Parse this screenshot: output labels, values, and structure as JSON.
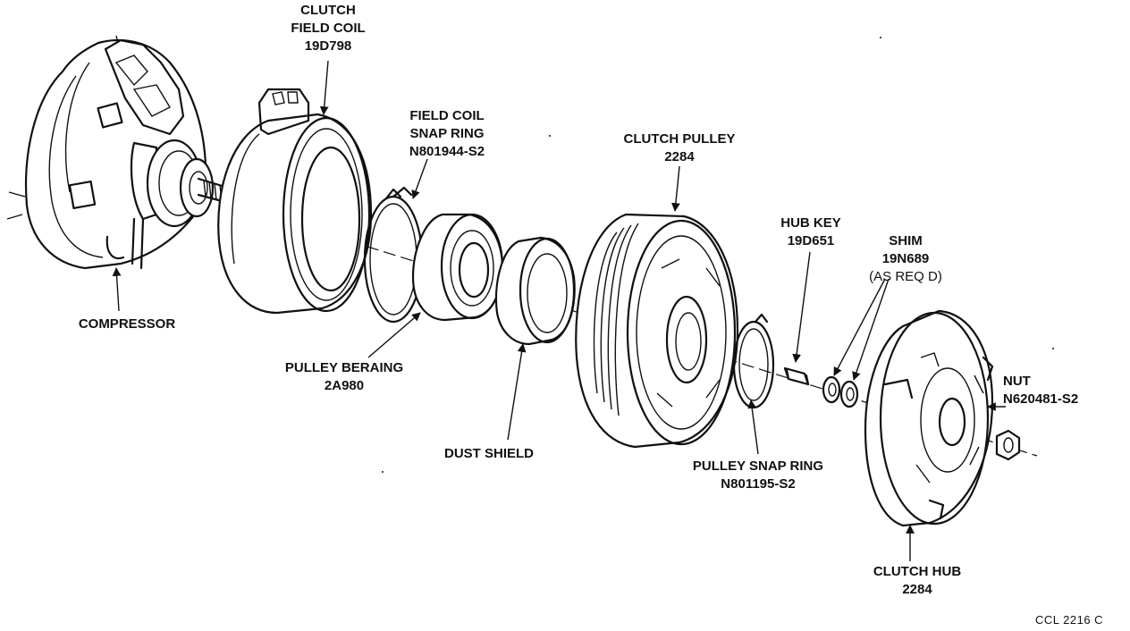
{
  "labels": {
    "clutch_field_coil": {
      "line1": "CLUTCH",
      "line2": "FIELD COIL",
      "line3": "19D798"
    },
    "field_coil_snap_ring": {
      "line1": "FIELD COIL",
      "line2": "SNAP RING",
      "line3": "N801944-S2"
    },
    "clutch_pulley": {
      "line1": "CLUTCH PULLEY",
      "line2": "2284"
    },
    "hub_key": {
      "line1": "HUB KEY",
      "line2": "19D651"
    },
    "shim": {
      "line1": "SHIM",
      "line2": "19N689",
      "line3": "(AS REQ D)"
    },
    "compressor": {
      "line1": "COMPRESSOR"
    },
    "pulley_bearing": {
      "line1": "PULLEY BERAING",
      "line2": "2A980"
    },
    "dust_shield": {
      "line1": "DUST SHIELD"
    },
    "pulley_snap_ring": {
      "line1": "PULLEY SNAP RING",
      "line2": "N801195-S2"
    },
    "nut": {
      "line1": "NUT",
      "line2": "N620481-S2"
    },
    "clutch_hub": {
      "line1": "CLUTCH HUB",
      "line2": "2284"
    }
  },
  "figure_code": "CCL 2216 C"
}
